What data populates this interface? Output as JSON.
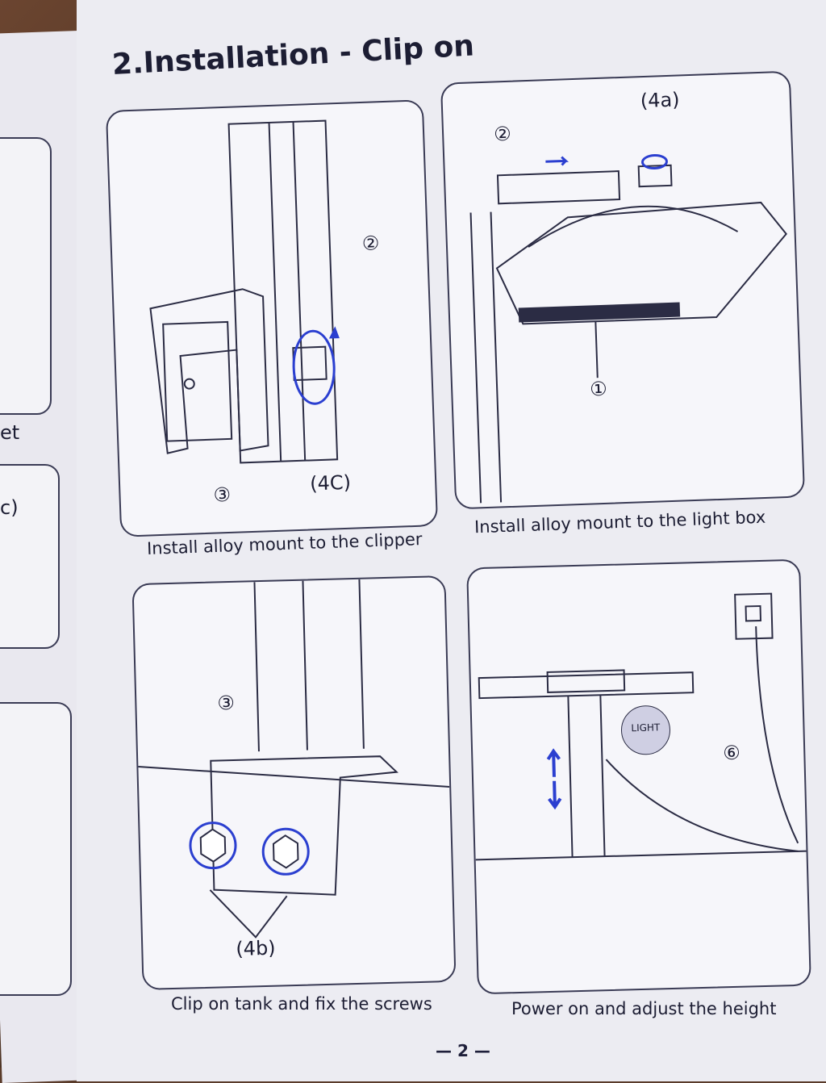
{
  "page_title": "2.Installation - Clip on",
  "panels": [
    {
      "caption": "Install alloy mount to the clipper",
      "labels": [
        "②",
        "③",
        "(4C)"
      ]
    },
    {
      "caption": "Install alloy mount to the light box",
      "labels": [
        "(4a)",
        "②",
        "①"
      ]
    },
    {
      "caption": "Clip on tank and fix the screws",
      "labels": [
        "③",
        "(4b)"
      ]
    },
    {
      "caption": "Power on and adjust the height",
      "labels": [
        "LIGHT",
        "⑥"
      ]
    }
  ],
  "left_page_fragments": [
    "et",
    "c)"
  ],
  "page_number": "2",
  "colors": {
    "ink": "#1c1d33",
    "accent": "#2b3fd0",
    "paper": "#ececf2"
  }
}
